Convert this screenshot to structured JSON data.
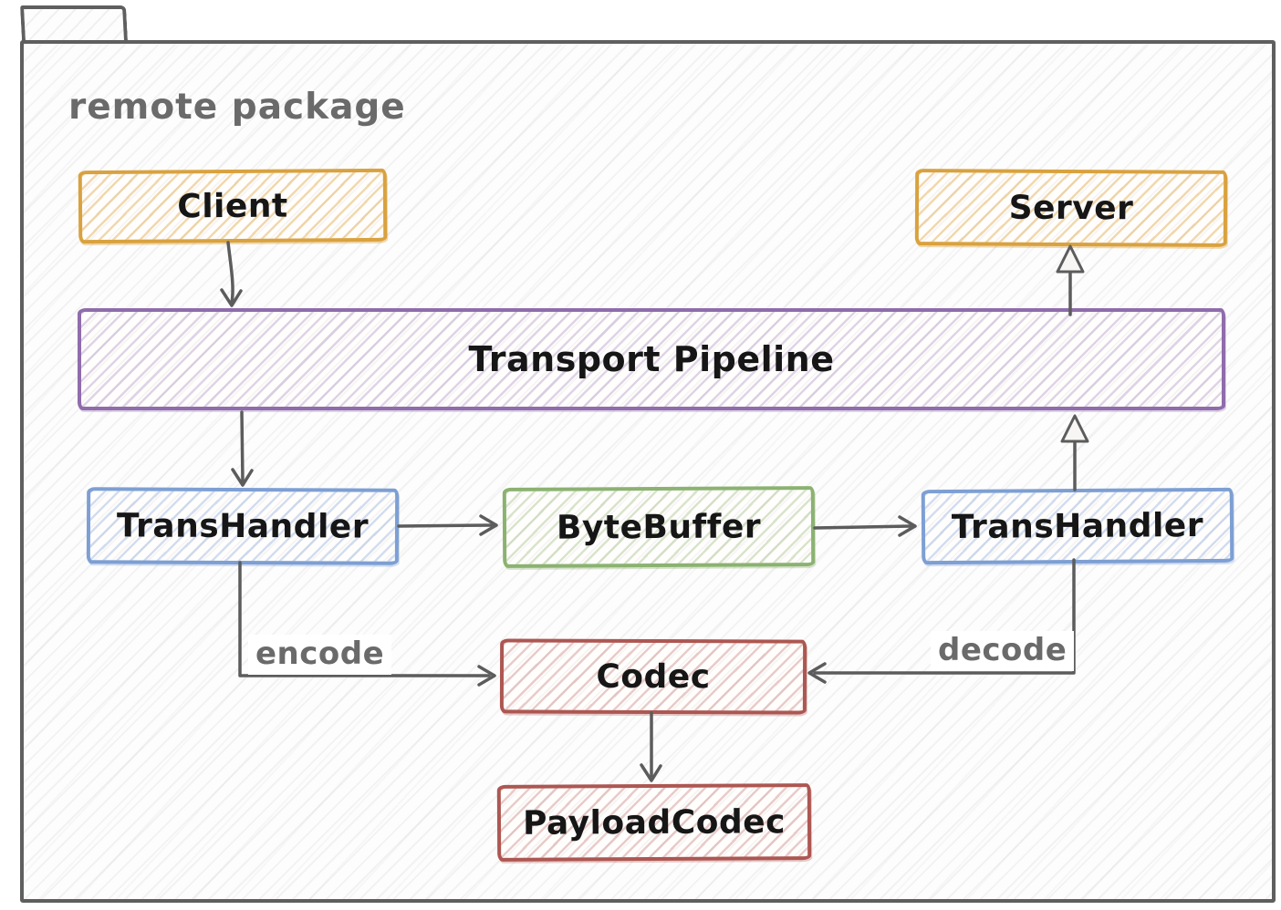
{
  "diagram": {
    "package_label": "remote package",
    "nodes": {
      "client": {
        "label": "Client",
        "color": "#d9a23f"
      },
      "server": {
        "label": "Server",
        "color": "#d9a23f"
      },
      "pipeline": {
        "label": "Transport Pipeline",
        "color": "#8f6cab"
      },
      "trans_handler_left": {
        "label": "TransHandler",
        "color": "#7d9fd3"
      },
      "byte_buffer": {
        "label": "ByteBuffer",
        "color": "#8bb271"
      },
      "trans_handler_right": {
        "label": "TransHandler",
        "color": "#7d9fd3"
      },
      "codec": {
        "label": "Codec",
        "color": "#ad5752"
      },
      "payload_codec": {
        "label": "PayloadCodec",
        "color": "#ad5752"
      }
    },
    "edge_labels": {
      "encode": "encode",
      "decode": "decode"
    },
    "edges": [
      {
        "from": "client",
        "to": "pipeline",
        "arrowhead": "open-v"
      },
      {
        "from": "pipeline",
        "to": "server",
        "arrowhead": "hollow-triangle"
      },
      {
        "from": "pipeline",
        "to": "trans_handler_left",
        "arrowhead": "open-v"
      },
      {
        "from": "trans_handler_left",
        "to": "byte_buffer",
        "arrowhead": "open-v"
      },
      {
        "from": "byte_buffer",
        "to": "trans_handler_right",
        "arrowhead": "open-v"
      },
      {
        "from": "trans_handler_right",
        "to": "pipeline",
        "arrowhead": "hollow-triangle"
      },
      {
        "from": "trans_handler_left",
        "to": "codec",
        "label": "encode",
        "arrowhead": "open-v"
      },
      {
        "from": "trans_handler_right",
        "to": "codec",
        "label": "decode",
        "arrowhead": "open-v"
      },
      {
        "from": "codec",
        "to": "payload_codec",
        "arrowhead": "open-v"
      }
    ],
    "colors": {
      "frame": "#5f5f5f",
      "arrow": "#5c5c5c",
      "label_gray": "#6a6a6a",
      "orange": "#d9a23f",
      "purple": "#8f6cab",
      "blue": "#7d9fd3",
      "green": "#8bb271",
      "red": "#ad5752"
    }
  }
}
